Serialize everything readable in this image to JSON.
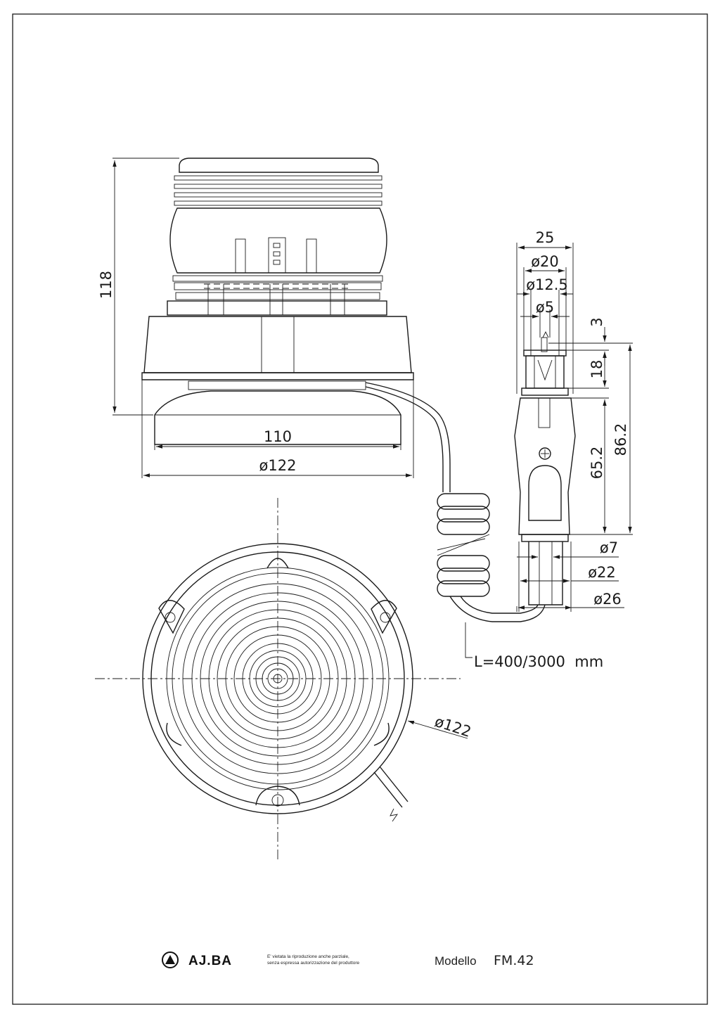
{
  "dimensions": {
    "height_118": "118",
    "base_110": "110",
    "base_diameter": "ø122",
    "plan_diameter": "ø122",
    "plug_width_25": "25",
    "plug_diameter_20": "ø20",
    "plug_diameter_12_5": "ø12.5",
    "plug_diameter_5": "ø5",
    "tip_3": "3",
    "contact_18": "18",
    "body_65_2": "65.2",
    "overall_86_2": "86.2",
    "cable_diameter_7": "ø7",
    "sleeve_diameter_22": "ø22",
    "sleeve_diameter_26": "ø26",
    "cable_length": "L=400/3000  mm"
  },
  "footer": {
    "brand": "AJ.BA",
    "notice_line1": "E' vietata la riproduzione anche parziale,",
    "notice_line2": "senza espressa autorizzazione del produttore",
    "model_label": "Modello",
    "model_code": "FM.42"
  }
}
